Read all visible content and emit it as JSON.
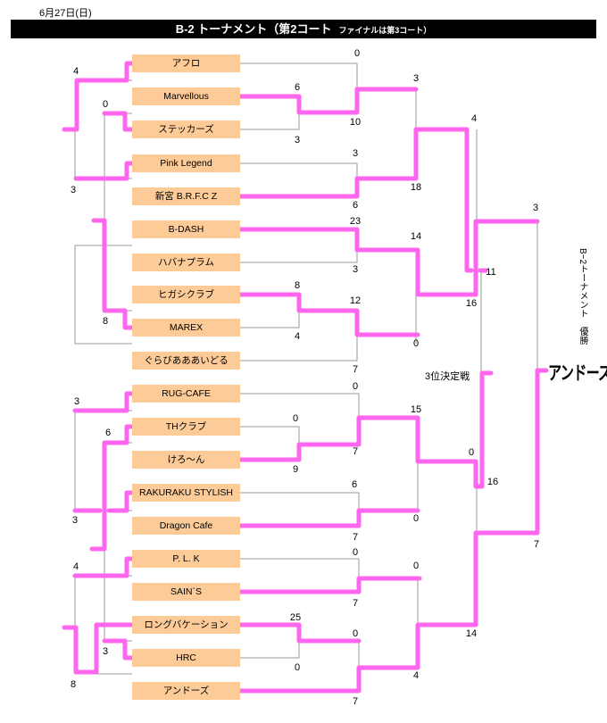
{
  "header": {
    "date": "6月27日(日)",
    "title": "B-2 トーナメント（第2コート",
    "subtitle": "ファイナルは第3コート）"
  },
  "teams": [
    "アフロ",
    "Marvellous",
    "ステッカーズ",
    "Pink Legend",
    "新宮 B.R.F.C Z",
    "B-DASH",
    "ハバナプラム",
    "ヒガシクラブ",
    "MAREX",
    "ぐらびあああいどる",
    "RUG-CAFE",
    "THクラブ",
    "けろ～ん",
    "RAKURAKU STYLISH",
    "Dragon Cafe",
    "P. L. K",
    "SAIN`S",
    "ロングバケーション",
    "HRC",
    "アンドーズ"
  ],
  "scores": [
    "4",
    "0",
    "3",
    "8",
    "0",
    "6",
    "3",
    "10",
    "3",
    "3",
    "6",
    "18",
    "23",
    "3",
    "14",
    "8",
    "4",
    "12",
    "0",
    "7",
    "4",
    "16",
    "11",
    "3",
    "3",
    "3",
    "6",
    "4",
    "8",
    "3",
    "0",
    "0",
    "9",
    "7",
    "15",
    "6",
    "7",
    "0",
    "0",
    "7",
    "0",
    "25",
    "0",
    "0",
    "4",
    "14",
    "7",
    "0",
    "16",
    "7"
  ],
  "third_place_label": "3位決定戦",
  "champion_caption": "B−2トーナメント　優勝",
  "champion": "アンドーズ",
  "colors": {
    "winner_line": "#ff66ee",
    "team_box": "#fccb98",
    "line": "#999999"
  }
}
